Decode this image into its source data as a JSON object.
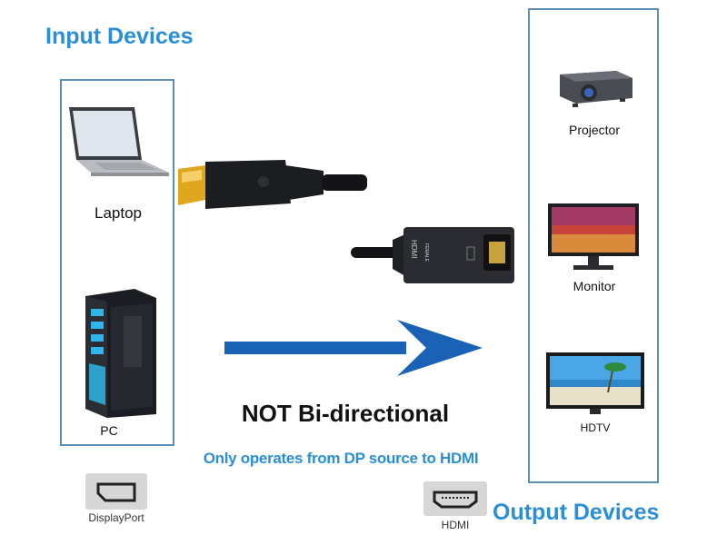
{
  "headings": {
    "input": "Input Devices",
    "output": "Output Devices"
  },
  "input_devices": [
    "Laptop",
    "PC"
  ],
  "output_devices": [
    "Projector",
    "Monitor",
    "HDTV"
  ],
  "adapter": {
    "hdmi_text": "HDMI",
    "female_text": "FEMALE"
  },
  "message": {
    "title": "NOT Bi-directional",
    "subtitle": "Only operates from DP source to HDMI"
  },
  "port_icons": [
    "DisplayPort",
    "HDMI"
  ],
  "colors": {
    "accent": "#2a8fd6",
    "arrow": "#1a62b5",
    "panel_border": "#5b8fb5",
    "title": "#111111"
  },
  "icons": [
    "laptop-icon",
    "pc-tower-icon",
    "displayport-cable-icon",
    "hdmi-adapter-icon",
    "projector-icon",
    "monitor-icon",
    "hdtv-icon",
    "displayport-logo-icon",
    "hdmi-logo-icon",
    "direction-arrow-icon"
  ]
}
